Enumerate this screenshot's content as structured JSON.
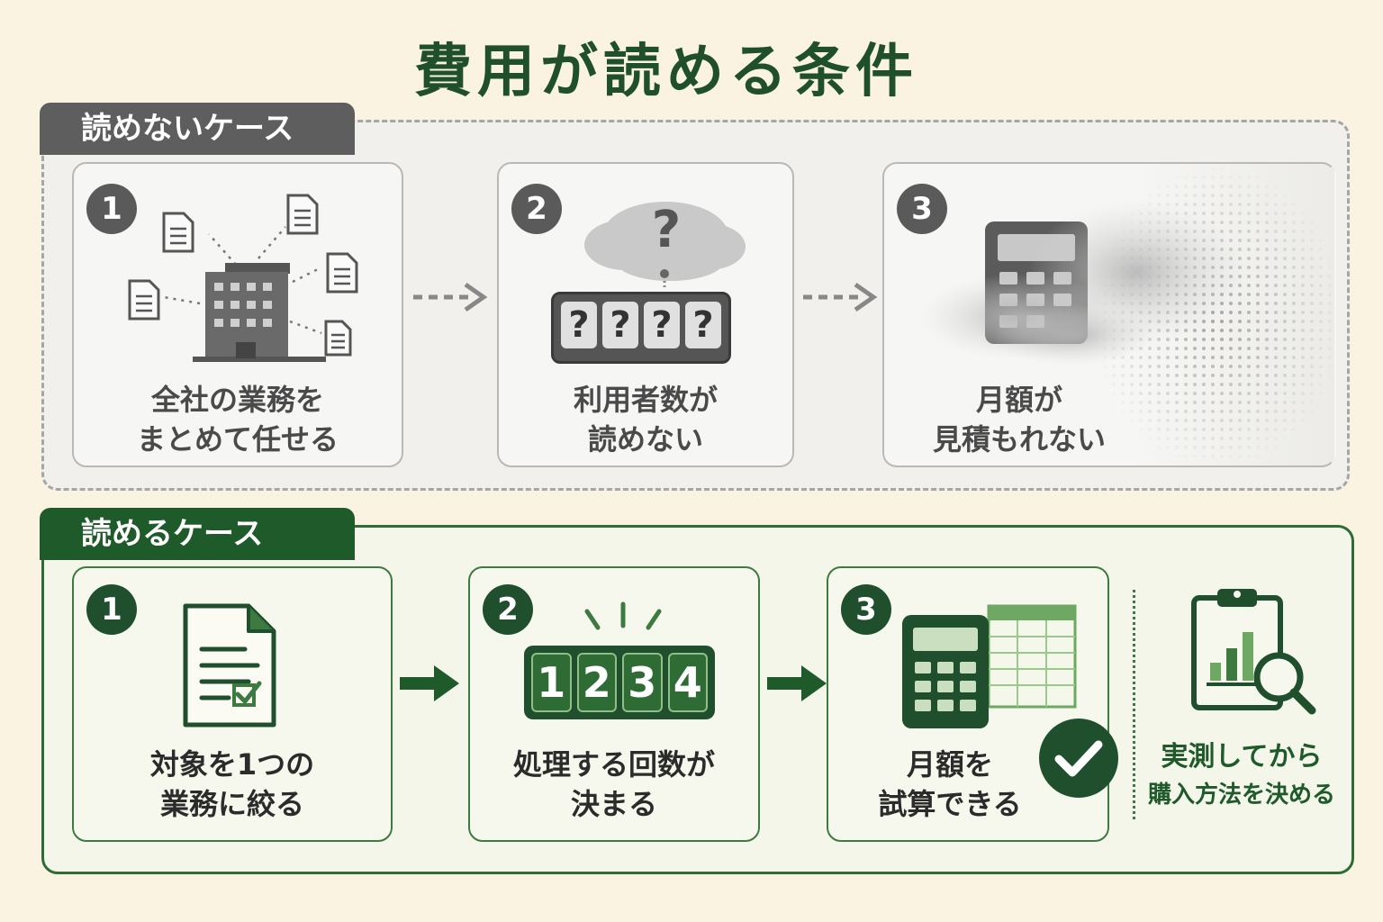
{
  "title": "費用が読める条件",
  "bad_case": {
    "tab_label": "読めないケース",
    "cards": [
      {
        "number": "1",
        "line1": "全社の業務を",
        "line2": "まとめて任せる"
      },
      {
        "number": "2",
        "line1": "利用者数が",
        "line2": "読めない"
      },
      {
        "number": "3",
        "line1": "月額が",
        "line2": "見積もれない"
      }
    ],
    "question_mark": "?",
    "counter_digits": [
      "?",
      "?",
      "?",
      "?"
    ]
  },
  "good_case": {
    "tab_label": "読めるケース",
    "cards": [
      {
        "number": "1",
        "line1": "対象を1つの",
        "line2": "業務に絞る"
      },
      {
        "number": "2",
        "line1": "処理する回数が",
        "line2": "決まる"
      },
      {
        "number": "3",
        "line1": "月額を",
        "line2": "試算できる"
      }
    ],
    "counter_digits": [
      "1",
      "2",
      "3",
      "4"
    ],
    "side_note": {
      "line1": "実測してから",
      "line2": "購入方法を決める"
    }
  },
  "colors": {
    "background": "#fbf3e2",
    "dark_green": "#1f4f2c",
    "accent_green": "#2e6b35",
    "gray": "#5e5e5e"
  }
}
